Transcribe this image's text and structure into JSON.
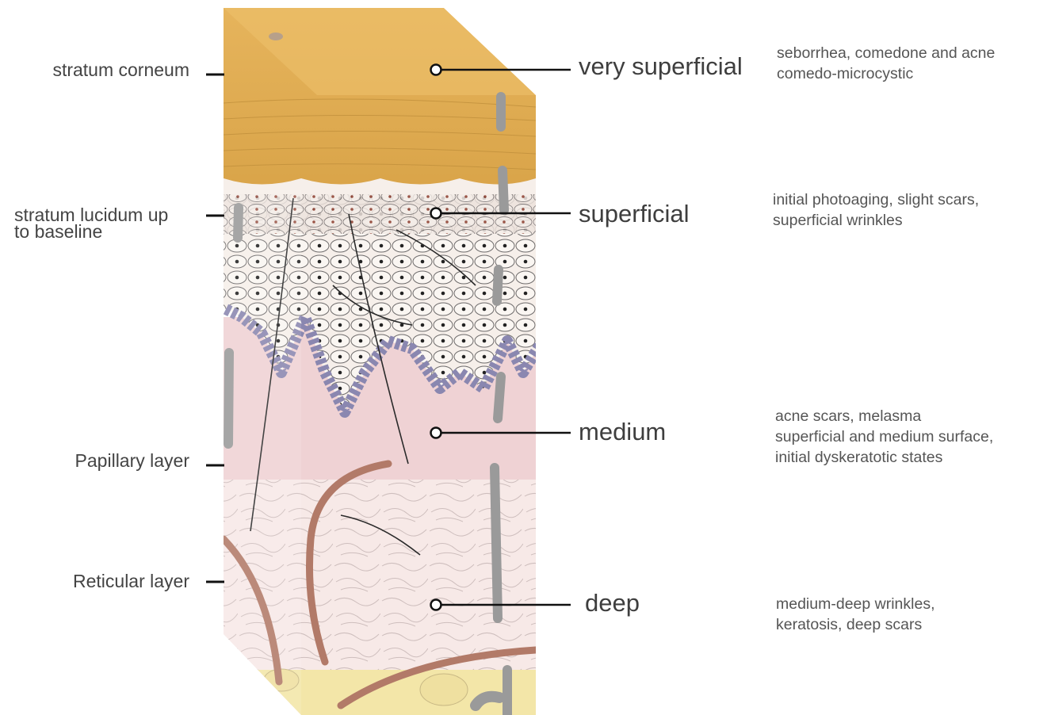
{
  "layers": [
    {
      "label": "stratum corneum"
    },
    {
      "label": "stratum lucidum up\nto baseline"
    },
    {
      "label": "Papillary layer"
    },
    {
      "label": "Reticular layer"
    }
  ],
  "depths": [
    {
      "label": "very superficial",
      "conditions": "seborrhea, comedone and acne\ncomedo-microcystic"
    },
    {
      "label": "superficial",
      "conditions": "initial photoaging, slight scars,\nsuperficial wrinkles"
    },
    {
      "label": "medium",
      "conditions": "acne scars, melasma\nsuperficial and medium surface,\ninitial dyskeratotic states"
    },
    {
      "label": "deep",
      "conditions": "medium-deep wrinkles,\nkeratosis, deep scars"
    }
  ],
  "colors": {
    "corneum": "#e2b055",
    "corneum_top": "#eec06a",
    "epidermis_cells": "#f5eee8",
    "basal_cells": "#8a87b0",
    "papillary": "#efcfd2",
    "reticular": "#f7e8e6",
    "fat": "#f3e6a8",
    "vessel": "#b27a68",
    "hair": "#9a9a9a"
  }
}
